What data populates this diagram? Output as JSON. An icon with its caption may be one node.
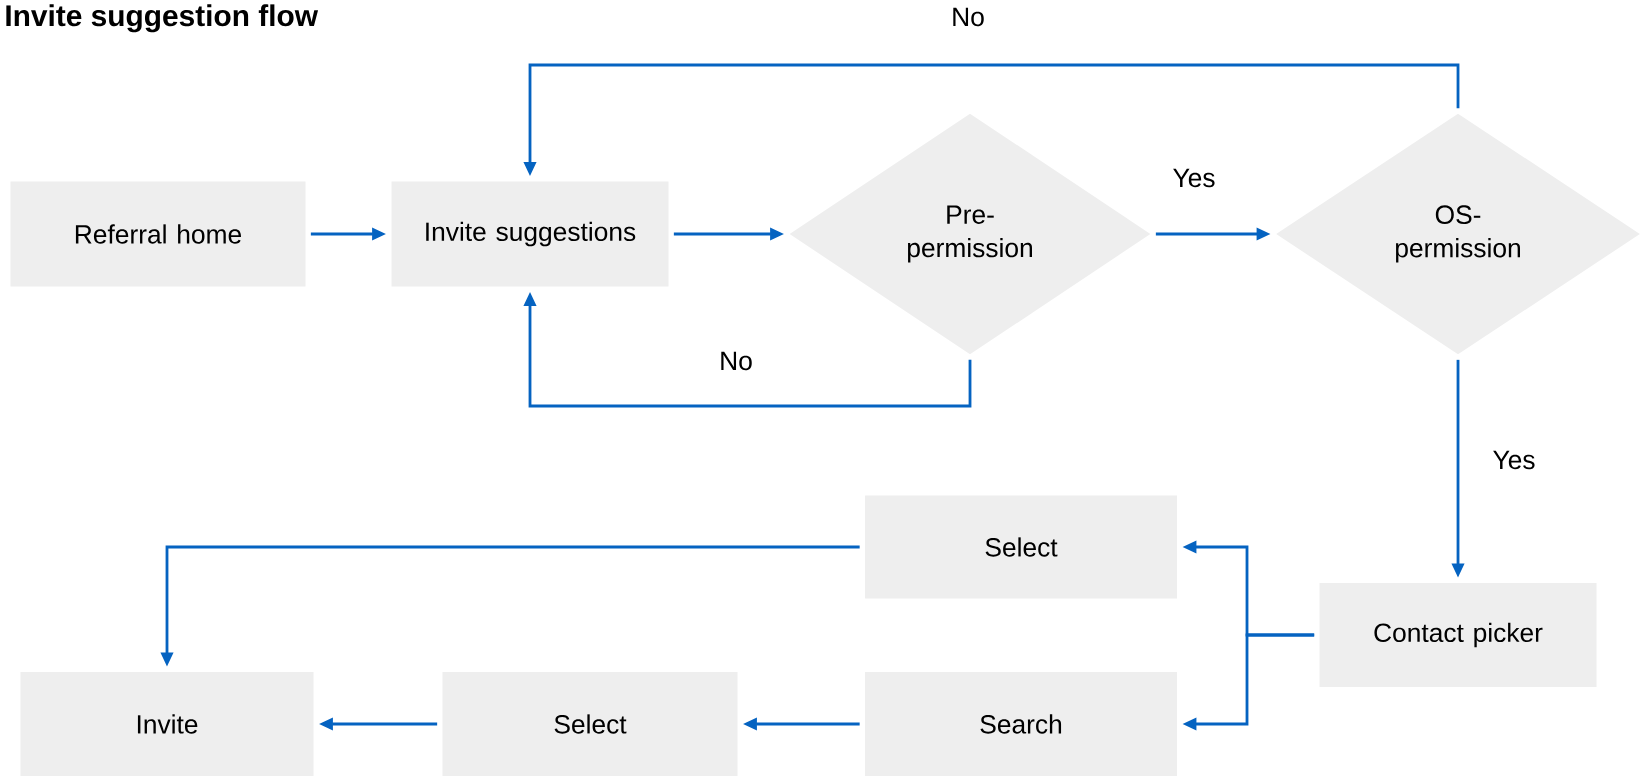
{
  "diagram": {
    "title": "Invite suggestion flow",
    "nodes": [
      {
        "text": [
          "Referral home"
        ]
      },
      {
        "text": [
          "Invite suggestions"
        ]
      },
      {
        "text": [
          "Pre-permission"
        ]
      },
      {
        "text": [
          "OS-permission"
        ]
      },
      {
        "text": [
          "Select"
        ]
      },
      {
        "text": [
          "Contact picker"
        ]
      },
      {
        "text": [
          "Invite"
        ]
      },
      {
        "text": [
          "Select"
        ]
      },
      {
        "text": [
          "Search"
        ]
      }
    ],
    "edges": [
      {
        "from": 0,
        "to": 1,
        "arrow": "to"
      },
      {
        "from": 1,
        "to": 2,
        "arrow": "to"
      },
      {
        "from": 2,
        "to": 3,
        "arrow": "to",
        "label": "Yes"
      },
      {
        "from": 3,
        "to": 1,
        "arrow": "to",
        "label": "No"
      },
      {
        "from": 2,
        "to": 1,
        "arrow": "to",
        "label": "No"
      },
      {
        "from": 3,
        "to": 5,
        "arrow": "to",
        "label": "Yes"
      },
      {
        "from": 5,
        "to": 4,
        "arrow": "to"
      },
      {
        "from": 5,
        "to": 8,
        "arrow": "to"
      },
      {
        "from": 4,
        "to": 6,
        "arrow": "to"
      },
      {
        "from": 8,
        "to": 7,
        "arrow": "to"
      },
      {
        "from": 7,
        "to": 6,
        "arrow": "to"
      }
    ]
  }
}
